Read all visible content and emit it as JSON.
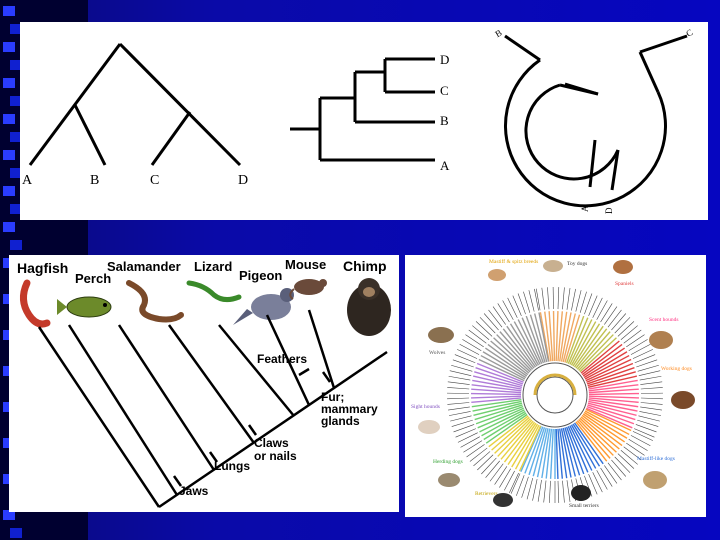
{
  "tree1": {
    "tips": [
      "A",
      "B",
      "C",
      "D"
    ]
  },
  "tree2": {
    "tips": [
      "D",
      "C",
      "B",
      "A"
    ]
  },
  "tree3": {
    "tips": [
      "B",
      "C",
      "A",
      "D"
    ]
  },
  "cladogram": {
    "taxa": [
      "Hagfish",
      "Perch",
      "Salamander",
      "Lizard",
      "Pigeon",
      "Mouse",
      "Chimp"
    ],
    "traits": [
      "Jaws",
      "Lungs",
      "Claws\nor nails",
      "Feathers",
      "Fur;\nmammary\nglands"
    ]
  },
  "dog_tree": {
    "groups": [
      "Mastiff & spitz breeds",
      "Toy dogs",
      "Spaniels",
      "Scent hounds",
      "Working dogs",
      "Mastiff-like dogs",
      "Small terriers",
      "Retrievers",
      "Herding dogs",
      "Sight hounds",
      "Wolves"
    ],
    "colors": {
      "wolves": "#9a9a9a",
      "sight_hounds": "#b07bd8",
      "herding": "#6fcf6f",
      "retrievers": "#e8d040",
      "terriers": "#60b0e8",
      "mastiff": "#3070d8",
      "working": "#ff9a30",
      "scent": "#ff6090",
      "spaniels": "#e04040",
      "toy": "#c0c050",
      "spitz": "#f0a860"
    }
  }
}
